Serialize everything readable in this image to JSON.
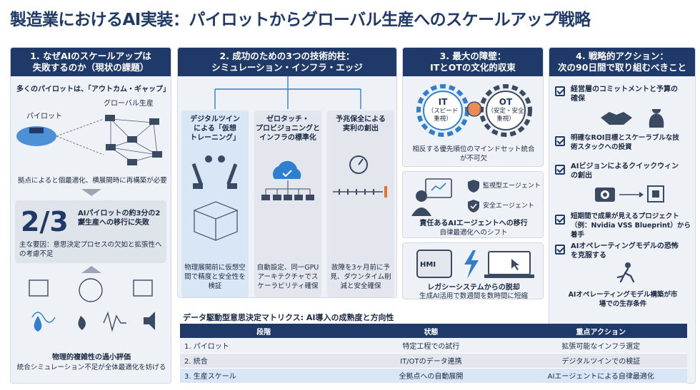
{
  "title": "製造業におけるAI実装：パイロットからグローバル生産へのスケールアップ戦略",
  "col1": {
    "head1": "1. なぜAIのスケールアップは",
    "head2": "失敗するのか（現状の課題）",
    "outcome_gap": "多くのパイロットは、「アウトカム・ギャップ」",
    "pilot": "パイロット",
    "global": "グローバル生産",
    "local_opt": "拠点によると個最適化、横展開時に再構築が必要",
    "stat": "2/3",
    "stat_text1": "AIパイロットの約3分の2が",
    "stat_text2": "実生産への移行に失敗",
    "cause1": "主な要因：意思決定プロセスの欠如と拡張性へ",
    "cause2": "の考慮不足",
    "bottom1": "物理的複雑性の過小評価",
    "bottom2": "統合シミュレーション不足が全体最適化を妨げる"
  },
  "col2": {
    "head1": "2. 成功のための3つの技術的柱：",
    "head2": "シミュレーション・インフラ・エッジ",
    "pillars": [
      {
        "t1": "デジタルツイン",
        "t2": "による「仮想",
        "t3": "トレーニング」",
        "d1": "物理展開前に仮想空",
        "d2": "間で精度と安全性を",
        "d3": "検証"
      },
      {
        "t1": "ゼロタッチ・",
        "t2": "プロビジョニングと",
        "t3": "インフラの標準化",
        "d1": "自動設定、同一GPU",
        "d2": "アーキテクチャでス",
        "d3": "ケーラビリティ確保"
      },
      {
        "t1": "予兆保全による",
        "t2": "実利の創出",
        "t3": "",
        "d1": "故障を3ヶ月前に予",
        "d2": "見、ダウンタイム削",
        "d3": "減と安全確保"
      }
    ]
  },
  "col3": {
    "head1": "3. 最大の障壁：",
    "head2": "ITとOTの文化的収束",
    "it": "IT",
    "it_sub1": "（スピード",
    "it_sub2": "重視）",
    "ot": "OT",
    "ot_sub1": "（安定・安全",
    "ot_sub2": "重視）",
    "mindset1": "相反する優先順位のマインドセット統合",
    "mindset2": "が不可欠",
    "agent1": "監視型エージェント",
    "agent2": "安全エージェント",
    "resp1": "責任あるAIエージェントへの移行",
    "resp2": "自律最適化へのシフト",
    "hmi": "HMI",
    "legacy1": "レガシーシステムからの脱却",
    "legacy2": "生成AI活用で数週間を数時間に短縮"
  },
  "col4": {
    "head1": "4. 戦略的アクション：",
    "head2": "次の90日間で取り組むべきこと",
    "items": [
      {
        "l1": "経営層のコミットメントと予算の",
        "l2": "確保"
      },
      {
        "l1": "明確なROI目標とスケーラブルな技",
        "l2": "術スタックへの投資"
      },
      {
        "l1": "AIビジョンによるクイックウィン",
        "l2": "の創出"
      },
      {
        "l1": "短期間で成果が見えるプロジェクト",
        "l2": "（例：Nvidia VSS Blueprint）から",
        "l3": "着手"
      },
      {
        "l1": "AIオペレーティングモデルの恐怖",
        "l2": "を克服する"
      }
    ],
    "bottom1": "AIオペレーティングモデル構築が市",
    "bottom2": "場での生存条件"
  },
  "table": {
    "title": "データ駆動型意思決定マトリクス: AI導入の成熟度と方向性",
    "headers": [
      "段階",
      "状態",
      "重点アクション"
    ],
    "rows": [
      [
        "1. パイロット",
        "特定工程での試行",
        "拡張可能なインフラ選定"
      ],
      [
        "2. 統合",
        "IT/OTのデータ連携",
        "デジタルツインでの検証"
      ],
      [
        "3. 生産スケール",
        "全拠点への自動展開",
        "AIエージェントによる自律最適化"
      ]
    ]
  },
  "colors": {
    "navy": "#1f3a68",
    "panel": "#eef1f5",
    "accent_orange": "#e8732a",
    "accent_blue": "#2f7fd0"
  }
}
